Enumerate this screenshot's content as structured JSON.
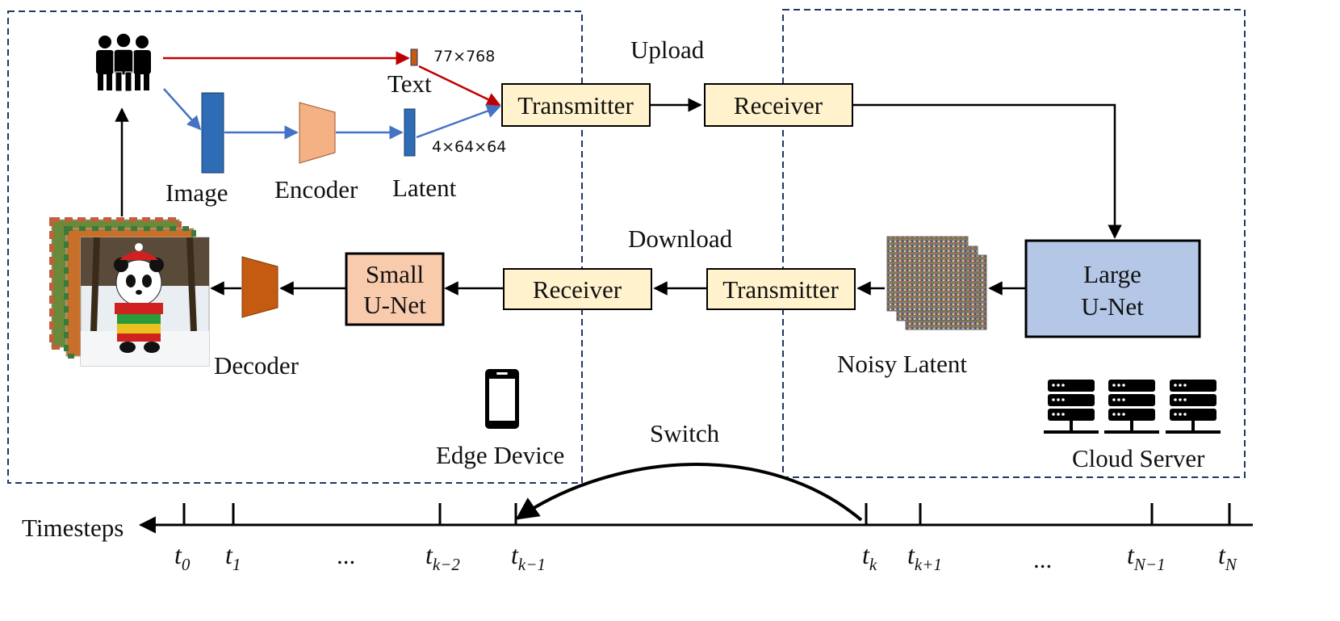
{
  "labels": {
    "text": "Text",
    "image": "Image",
    "encoder": "Encoder",
    "latent": "Latent",
    "decoder": "Decoder",
    "edge_device": "Edge Device",
    "upload": "Upload",
    "download": "Download",
    "noisy_latent": "Noisy Latent",
    "cloud_server": "Cloud Server",
    "switch": "Switch",
    "timesteps": "Timesteps",
    "ellipsis": "..."
  },
  "dims": {
    "text": "77×768",
    "latent": "4×64×64"
  },
  "boxes": {
    "transmitter_up": "Transmitter",
    "receiver_up": "Receiver",
    "receiver_down": "Receiver",
    "transmitter_down": "Transmitter",
    "small_unet_line1": "Small",
    "small_unet_line2": "U-Net",
    "large_unet_line1": "Large",
    "large_unet_line2": "U-Net"
  },
  "ticks": [
    {
      "base": "t",
      "sub": "0"
    },
    {
      "base": "t",
      "sub": "1"
    },
    {
      "base": "t",
      "sub": "k−2"
    },
    {
      "base": "t",
      "sub": "k−1"
    },
    {
      "base": "t",
      "sub": "k"
    },
    {
      "base": "t",
      "sub": "k+1"
    },
    {
      "base": "t",
      "sub": "N−1"
    },
    {
      "base": "t",
      "sub": "N"
    }
  ],
  "icons": [
    "people-icon",
    "smartphone-icon",
    "server-rack-icon",
    "generated-image-stack",
    "noise-latent-stack"
  ],
  "colors": {
    "blue_path": "#4472c4",
    "red_path": "#c00000",
    "box_fill": "#fff2cc",
    "small_unet_fill": "#f8cbad",
    "large_unet_fill": "#b4c7e7",
    "encoder_fill": "#f4b183",
    "decoder_fill": "#c55a11",
    "region_border": "#1f3864"
  }
}
